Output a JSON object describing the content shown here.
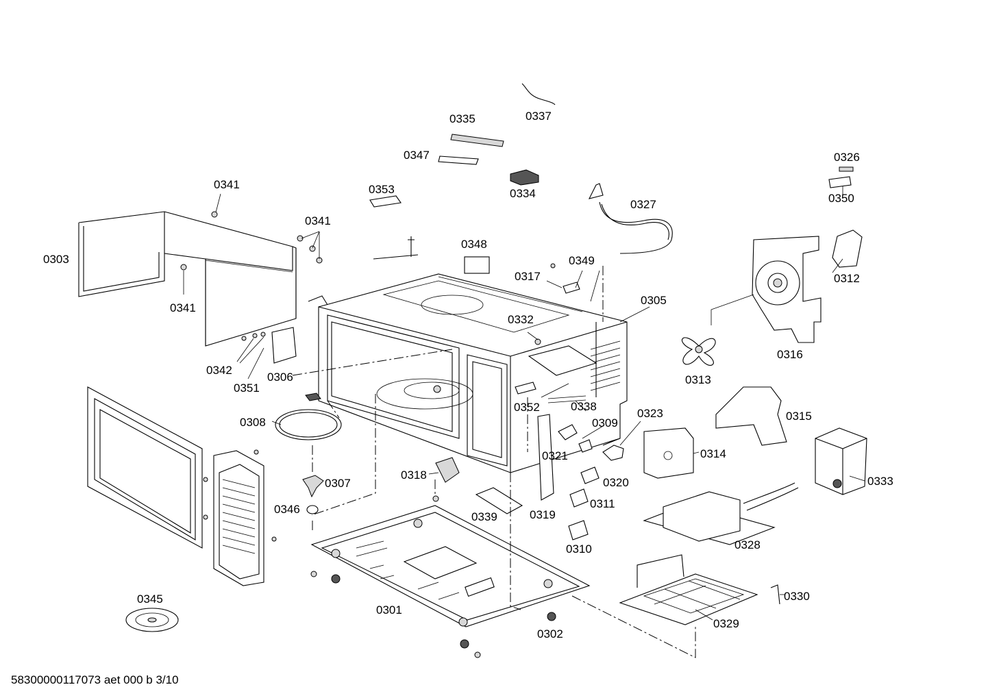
{
  "parts": {
    "p0301": "0301",
    "p0302": "0302",
    "p0303": "0303",
    "p0305": "0305",
    "p0306": "0306",
    "p0307": "0307",
    "p0308": "0308",
    "p0309": "0309",
    "p0310": "0310",
    "p0311": "0311",
    "p0312": "0312",
    "p0313": "0313",
    "p0314": "0314",
    "p0315": "0315",
    "p0316": "0316",
    "p0317": "0317",
    "p0318": "0318",
    "p0319": "0319",
    "p0320": "0320",
    "p0321": "0321",
    "p0323": "0323",
    "p0326": "0326",
    "p0327": "0327",
    "p0328": "0328",
    "p0329": "0329",
    "p0330": "0330",
    "p0332": "0332",
    "p0333": "0333",
    "p0334": "0334",
    "p0335": "0335",
    "p0337": "0337",
    "p0338": "0338",
    "p0339": "0339",
    "p0341": "0341",
    "p0342": "0342",
    "p0345": "0345",
    "p0346": "0346",
    "p0347": "0347",
    "p0348": "0348",
    "p0349": "0349",
    "p0350": "0350",
    "p0351": "0351",
    "p0352": "0352",
    "p0353": "0353"
  },
  "footer": {
    "drawing_id": "58300000117073 aet 000 b 3/10"
  }
}
